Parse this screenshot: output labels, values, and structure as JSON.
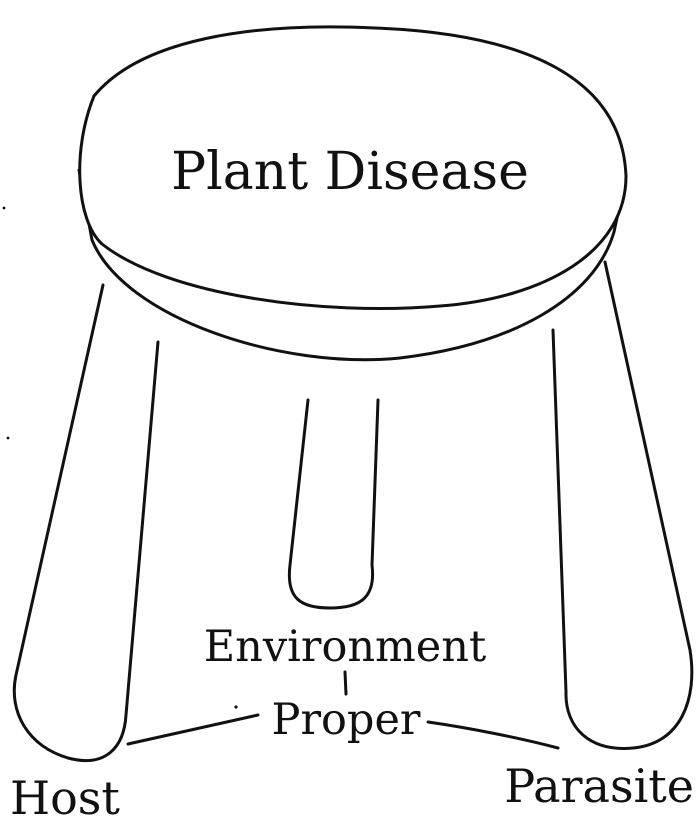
{
  "title": "Plant Disease",
  "labels": {
    "environment": "Environment",
    "proper": "Proper",
    "host": "Host",
    "parasite": "Parasite"
  },
  "style": {
    "ink_color": "#111111",
    "background": "#ffffff"
  }
}
